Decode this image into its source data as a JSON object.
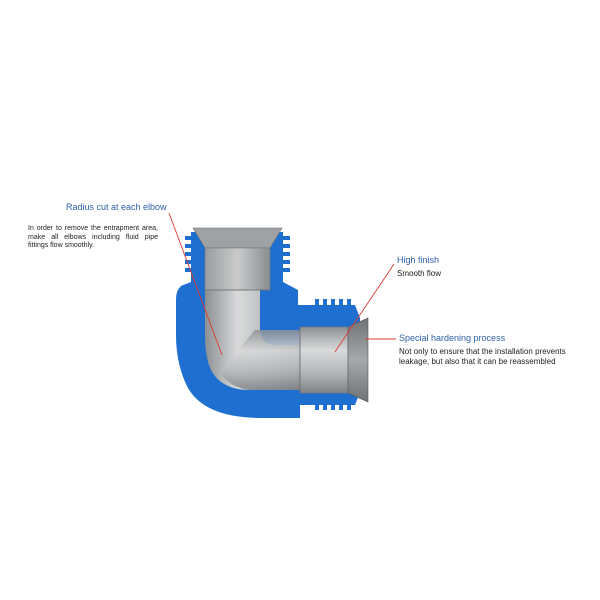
{
  "colors": {
    "body_blue": "#1e6fcf",
    "steel": "#b7b9bb",
    "callout_line": "#e03a2e",
    "title_text": "#2e5fa8",
    "body_text": "#222222"
  },
  "callouts": {
    "elbow": {
      "title": "Radius cut at each elbow",
      "description": "In order to remove the entrapment area,  make all elbows including fluid pipe fittings flow smoothly."
    },
    "finish": {
      "title": "High finish",
      "description": "Smooth flow"
    },
    "hardening": {
      "title": "Special hardening process",
      "description": "Not only to ensure that the installation prevents leakage, but also that it can be reassembled"
    }
  }
}
